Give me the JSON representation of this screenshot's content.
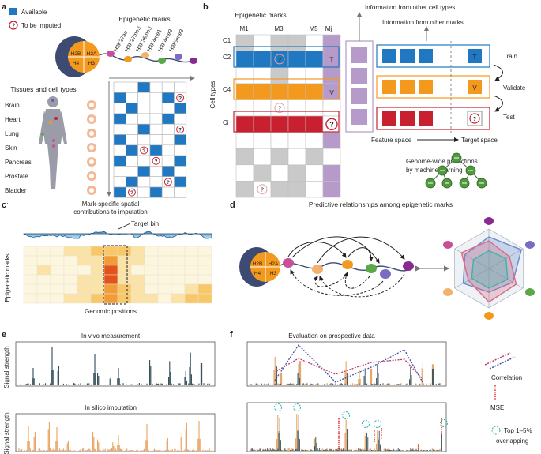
{
  "panel_labels": {
    "a": "a",
    "b": "b",
    "c": "c",
    "d": "d",
    "e": "e",
    "f": "f"
  },
  "colors": {
    "available": "#1f78c1",
    "orange": "#f39a1e",
    "red": "#c8202f",
    "purple": "#b69ac9",
    "grey": "#c9c9c9",
    "dark_series": "#2f4b55",
    "light_series": "#e9a25e",
    "tissue_icon": "#f0a070"
  },
  "panel_a": {
    "legend_available": "Available",
    "legend_impute": "To be imputed",
    "marks_title": "Epigenetic marks",
    "nucleosome": [
      "H2B",
      "H2A",
      "H4",
      "H3"
    ],
    "marks": [
      "H3K27ac",
      "H3K27me3",
      "H3K36me3",
      "H3K4me1",
      "H3K4me3",
      "H3K9me3"
    ],
    "tissues_title": "Tissues and cell types",
    "tissues": [
      "Brain",
      "Heart",
      "Lung",
      "Skin",
      "Pancreas",
      "Prostate",
      "Bladder",
      "..."
    ],
    "impute_glyph": "?"
  },
  "panel_b": {
    "marks_title": "Epigenetic marks",
    "col_labels": [
      "M1",
      "M3",
      "M5",
      "Mj"
    ],
    "row_labels": [
      "C1",
      "C2",
      "C4",
      "Ci"
    ],
    "axis_label": "Cell types",
    "T": "T",
    "V": "V",
    "Q": "?",
    "info_cell_types": "Information from other cell types",
    "info_marks": "Information from other marks",
    "steps": [
      "Train",
      "Validate",
      "Test"
    ],
    "feature_space": "Feature space",
    "target_space": "Target space",
    "genome_wide": "Genome-wide predictions",
    "ml": "by machine learning"
  },
  "panel_c": {
    "title1": "Mark-specific spatial",
    "title2": "contributions to imputation",
    "target_bin": "Target bin",
    "ylabel": "Epigenetic marks",
    "xlabel": "Genomic positions"
  },
  "panel_d": {
    "title": "Predictive relationships among epigenetic marks",
    "nucleosome": [
      "H2B",
      "H2A",
      "H4",
      "H3"
    ]
  },
  "panel_e": {
    "title1": "In vivo measurement",
    "title2": "In silico imputation",
    "ylabel": "Signal strength"
  },
  "panel_f": {
    "title": "Evaluation on prospective data",
    "legend_corr": "Correlation",
    "legend_mse": "MSE",
    "legend_top1": "Top 1–5%",
    "legend_top2": "overlapping"
  }
}
